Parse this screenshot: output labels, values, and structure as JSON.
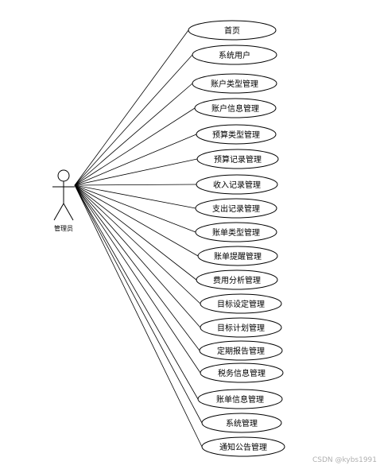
{
  "actor": {
    "label": "管理员"
  },
  "use_cases": [
    "首页",
    "系统用户",
    "账户类型管理",
    "账户信息管理",
    "预算类型管理",
    "预算记录管理",
    "收入记录管理",
    "支出记录管理",
    "账单类型管理",
    "账单提醒管理",
    "费用分析管理",
    "目标设定管理",
    "目标计划管理",
    "定期报告管理",
    "税务信息管理",
    "账单信息管理",
    "系统管理",
    "通知公告管理"
  ],
  "watermark": "CSDN @kybs1991",
  "colors": {
    "stroke": "#000000",
    "background": "#ffffff"
  }
}
